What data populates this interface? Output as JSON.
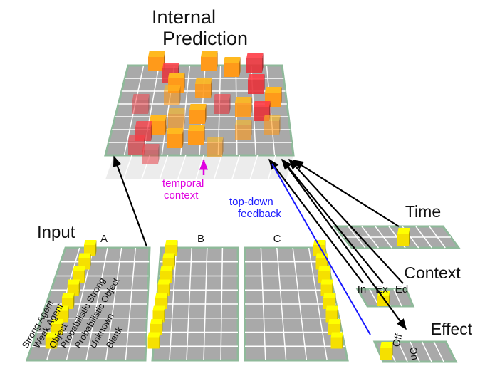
{
  "title_line1": "Internal",
  "title_line2": "Prediction",
  "annotations": {
    "temporal_1": "temporal",
    "temporal_2": "context",
    "feedback_1": "top-down",
    "feedback_2": "feedback"
  },
  "input": {
    "label": "Input",
    "col_a": "A",
    "col_b": "B",
    "col_c": "C",
    "rows": [
      "Strong Agent",
      "Weak Agent",
      "Object",
      "Probabilistic Strong",
      "Probabilistic Object",
      "Unknown",
      "Blank"
    ]
  },
  "time": {
    "label": "Time"
  },
  "context": {
    "label": "Context",
    "items": [
      "In",
      "Ex",
      "Ed"
    ]
  },
  "effect": {
    "label": "Effect",
    "items": [
      "Off",
      "On"
    ]
  },
  "colors": {
    "grid_fill": "#aaaaaa",
    "grid_line": "#ffffff",
    "grid_border": "#8fb99a",
    "cube_yellow": "#f5e000",
    "cube_orange": "#ff9a1a",
    "cube_red": "#e8323a",
    "temporal_magenta": "#e000e0",
    "feedback_blue": "#1a1aff"
  }
}
